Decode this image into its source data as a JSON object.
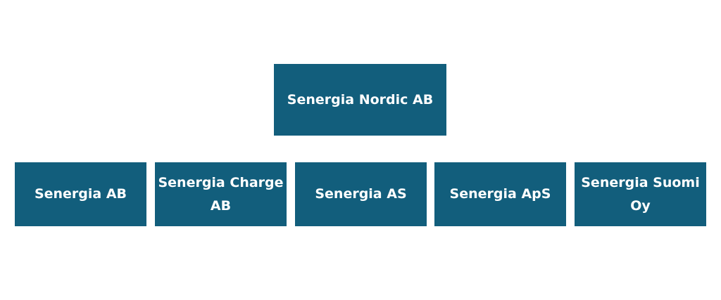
{
  "org_chart": {
    "root": {
      "label": "Senergia Nordic AB"
    },
    "children": [
      {
        "label": "Senergia AB"
      },
      {
        "label": "Senergia Charge AB"
      },
      {
        "label": "Senergia AS"
      },
      {
        "label": "Senergia ApS"
      },
      {
        "label": "Senergia Suomi Oy"
      }
    ]
  },
  "colors": {
    "box_fill": "#125e7c",
    "box_text": "#ffffff",
    "background": "#ffffff"
  }
}
